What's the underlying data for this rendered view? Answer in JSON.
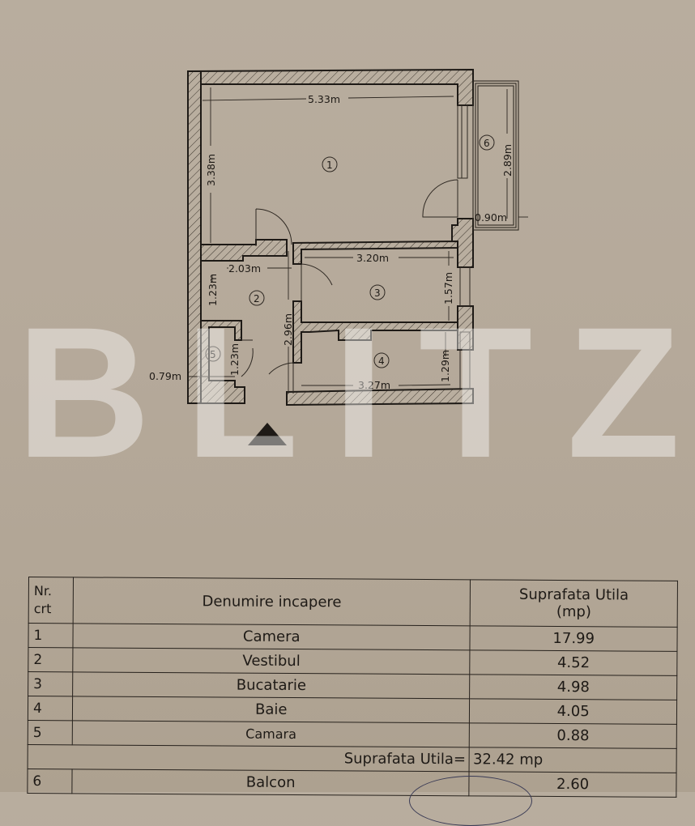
{
  "plan": {
    "dimensions": {
      "room1_width": "5.33m",
      "room1_height": "3.38m",
      "balcony_height": "2.89m",
      "balcony_width": "0.90m",
      "hall_width": "2.03m",
      "hall_height": "1.23m",
      "hall_length": "2.96m",
      "kitchen_width": "3.20m",
      "kitchen_height": "1.57m",
      "bath_width": "3.27m",
      "bath_height": "1.29m",
      "storage_width": "0.79m",
      "storage_height": "1.23m"
    },
    "room_tags": [
      "1",
      "2",
      "3",
      "4",
      "5",
      "6"
    ],
    "entrance_marker": "triangle-up",
    "watermark": [
      "B",
      "L",
      "I",
      "T",
      "Z"
    ]
  },
  "table": {
    "headers": {
      "nr": "Nr. crt",
      "nr_line1": "Nr.",
      "nr_line2": "crt",
      "name": "Denumire incapere",
      "area_line1": "Suprafata Utila",
      "area_line2": "(mp)"
    },
    "rows": [
      {
        "nr": "1",
        "name": "Camera",
        "area": "17.99"
      },
      {
        "nr": "2",
        "name": "Vestibul",
        "area": "4.52"
      },
      {
        "nr": "3",
        "name": "Bucatarie",
        "area": "4.98"
      },
      {
        "nr": "4",
        "name": "Baie",
        "area": "4.05"
      },
      {
        "nr": "5",
        "name": "Camara",
        "area": "0.88"
      }
    ],
    "total": {
      "label": "Suprafata Utila=",
      "value": "32.42 mp"
    },
    "extra_rows": [
      {
        "nr": "6",
        "name": "Balcon",
        "area": "2.60"
      }
    ]
  },
  "colors": {
    "paper": "#b5a99a",
    "ink": "#1e1a16",
    "watermark": "rgba(255,255,255,0.42)"
  }
}
